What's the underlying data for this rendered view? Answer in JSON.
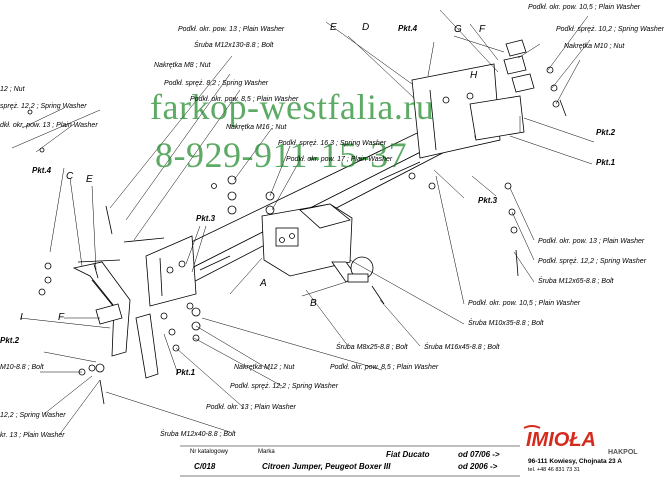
{
  "watermark": {
    "site": "farkop-westfalia.ru",
    "phone": "8-929-911-15-37"
  },
  "letters": [
    "E",
    "D",
    "G",
    "F",
    "H",
    "C",
    "E",
    "A",
    "B",
    "F",
    "I"
  ],
  "pkt_labels": [
    "Pkt.4",
    "Pkt.2",
    "Pkt.1",
    "Pkt.3",
    "Pkt.4",
    "Pkt.3",
    "Pkt.2",
    "Pkt.1"
  ],
  "labels": [
    "Podkł. okr. pow. 10,5 ; Plain Washer",
    "Podkł. okr. pow. 13 ; Plain Washer",
    "Podkł. spręż. 10,2 ; Spring Washer",
    "Śruba M12x130-8.8 ; Bolt",
    "Nakrętka M10 ; Nut",
    "Nakrętka M8 ; Nut",
    "Podkł. spręż. 8,2 ; Spring Washer",
    "12 ; Nut",
    "Podkł. okr. pow. 8,5 ; Plain Washer",
    "spręż. 12,2 ; Spring Washer",
    "Nakrętka M16 ; Nut",
    "dkł. okr. pow. 13 ; Plain Washer",
    "Podkł. spręż. 16,3 ; Spring Washer",
    "Podkł. okr. pow. 17 ; Plain Washer",
    "Podkł. okr. pow. 13 ; Plain Washer",
    "Podkł. spręż. 12,2 ; Spring Washer",
    "Śruba M12x65-8.8 ; Bolt",
    "Podkł. okr. pow. 10,5 ; Plain Washer",
    "Śruba M10x35-8.8 ; Bolt",
    "Śruba M16x45-8.8 ; Bolt",
    "Śruba M8x25-8.8 ; Bolt",
    "Podkł. okr. pow. 8,5 ; Plain Washer",
    "Nakrętka M12 ; Nut",
    "Podkł. spręż. 12,2 ; Spring Washer",
    "Podkł. okr. 13 ; Plain Washer",
    "Śruba M12x40-8.8 ; Bolt",
    "M10-8.8 ; Bolt",
    "12,2 ; Spring Washer",
    "kr. 13 ; Plain Washer"
  ],
  "footer": {
    "catalog_caption": "Nr katalogowy",
    "catalog_number": "C/018",
    "brand_caption": "Marka",
    "model_line1": "Fiat Ducato",
    "model_line2": "Citroen Jumper, Peugeot Boxer III",
    "date1": "od 07/06 ->",
    "date2": "od 2006 ->",
    "company_logo": "IMIOŁA",
    "company_sub": "HAKPOL",
    "address": "96-111 Kowiesy, Chojnata 23 A",
    "phone": "tel. +48 46 831 73 31"
  },
  "colors": {
    "line": "#000000",
    "watermark": "#1f8a2b",
    "logo_red": "#d52b1e"
  }
}
